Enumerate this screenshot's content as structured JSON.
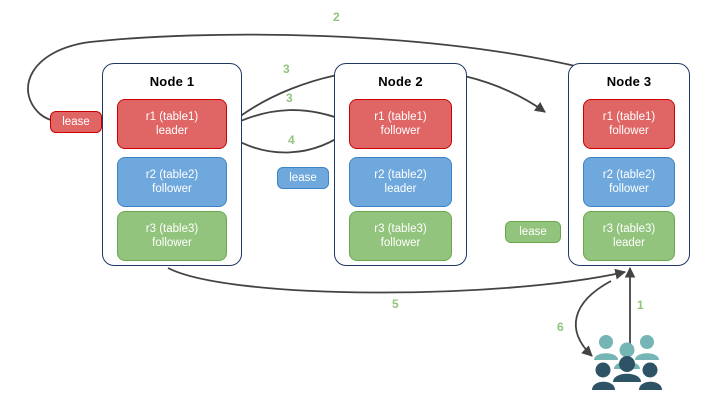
{
  "diagram": {
    "title": "distributed-sql-range-lease-flow",
    "background": "#ffffff",
    "edge_color": "#434343",
    "step_label_color": "#93c47d",
    "node_border_color": "#1f3864"
  },
  "nodes": [
    {
      "id": "node1",
      "title": "Node 1",
      "replicas": [
        {
          "id": "r1",
          "line1": "r1 (table1)",
          "line2": "leader",
          "color": "#e06666",
          "role": "leader"
        },
        {
          "id": "r2",
          "line1": "r2 (table2)",
          "line2": "follower",
          "color": "#6fa8dc",
          "role": "follower"
        },
        {
          "id": "r3",
          "line1": "r3 (table3)",
          "line2": "follower",
          "color": "#93c47d",
          "role": "follower"
        }
      ]
    },
    {
      "id": "node2",
      "title": "Node 2",
      "replicas": [
        {
          "id": "r1",
          "line1": "r1 (table1)",
          "line2": "follower",
          "color": "#e06666",
          "role": "follower"
        },
        {
          "id": "r2",
          "line1": "r2 (table2)",
          "line2": "leader",
          "color": "#6fa8dc",
          "role": "leader"
        },
        {
          "id": "r3",
          "line1": "r3 (table3)",
          "line2": "follower",
          "color": "#93c47d",
          "role": "follower"
        }
      ]
    },
    {
      "id": "node3",
      "title": "Node 3",
      "replicas": [
        {
          "id": "r1",
          "line1": "r1 (table1)",
          "line2": "follower",
          "color": "#e06666",
          "role": "follower"
        },
        {
          "id": "r2",
          "line1": "r2 (table2)",
          "line2": "follower",
          "color": "#6fa8dc",
          "role": "follower"
        },
        {
          "id": "r3",
          "line1": "r3 (table3)",
          "line2": "leader",
          "color": "#93c47d",
          "role": "leader"
        }
      ]
    }
  ],
  "leases": [
    {
      "id": "lease-r1",
      "label": "lease",
      "color": "#e06666",
      "for_range": "r1"
    },
    {
      "id": "lease-r2",
      "label": "lease",
      "color": "#6fa8dc",
      "for_range": "r2"
    },
    {
      "id": "lease-r3",
      "label": "lease",
      "color": "#93c47d",
      "for_range": "r3"
    }
  ],
  "steps": [
    {
      "id": "step-1",
      "label": "1"
    },
    {
      "id": "step-2",
      "label": "2"
    },
    {
      "id": "step-3a",
      "label": "3"
    },
    {
      "id": "step-3b",
      "label": "3"
    },
    {
      "id": "step-4",
      "label": "4"
    },
    {
      "id": "step-5",
      "label": "5"
    },
    {
      "id": "step-6",
      "label": "6"
    }
  ],
  "client": {
    "icon": "users-icon",
    "top_row_color": "#76b5b5",
    "bottom_row_color": "#2e5266"
  }
}
